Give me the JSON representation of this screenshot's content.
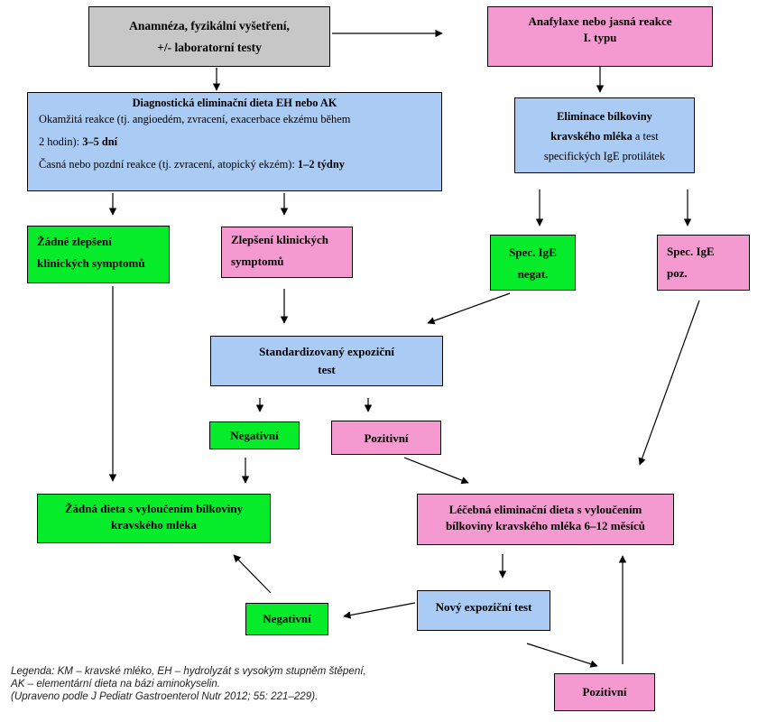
{
  "boxes": {
    "anamneza": {
      "line1": "Anamnéza, fyzikální vyšetření,",
      "line2": "+/- laboratorní testy"
    },
    "anafylaxe": {
      "line1": "Anafylaxe nebo jasná reakce",
      "line2": "I. typu"
    },
    "diagnosticka": {
      "title": "Diagnostická eliminační dieta EH nebo AK",
      "l1": "Okamžitá reakce (tj. angioedém, zvracení, exacerbace ekzému během",
      "l2a": "2 hodin): ",
      "l2b": "3–5 dní",
      "l3a": "Časná nebo pozdní reakce (tj. zvracení, atopický ekzém): ",
      "l3b": "1–2 týdny"
    },
    "eliminace": {
      "line1": "Eliminace bílkoviny",
      "line2a": "kravského mléka",
      "line2b": " a test",
      "line3": "specifických IgE protilátek"
    },
    "zadne_zlepseni": {
      "line1": "Žádné zlepšení",
      "line2": "klinických symptomů"
    },
    "zlepseni": {
      "line1": "Zlepšení klinických",
      "line2": "symptomů"
    },
    "ige_negat": {
      "line1": "Spec. IgE",
      "line2": "negat."
    },
    "ige_poz": {
      "line1": "Spec. IgE",
      "line2": "poz."
    },
    "standardizovany": {
      "line1": "Standardizovaný expoziční",
      "line2": "test"
    },
    "negativni1": {
      "label": "Negativní"
    },
    "pozitivni1": {
      "label": "Pozitivní"
    },
    "zadna_dieta": {
      "line1": "Žádná dieta s vyloučením bílkoviny",
      "line2": "kravského mléka"
    },
    "lecebna": {
      "line1": "Léčebná eliminační dieta s vyloučením",
      "line2": "bílkoviny kravského mléka 6–12 měsíců"
    },
    "novy": {
      "label": "Nový expoziční test"
    },
    "negativni2": {
      "label": "Negativní"
    },
    "pozitivni2": {
      "label": "Pozitivní"
    }
  },
  "legend": {
    "line1": "Legenda: KM – kravské mléko, EH – hydrolyzát s vysokým stupněm štěpení,",
    "line2": "AK – elementární dieta na bázi aminokyselin.",
    "line3": "(Upraveno podle J Pediatr Gastroenterol Nutr 2012; 55: 221–229)."
  },
  "colors": {
    "gray": "#c7c7c7",
    "pink": "#f49ad0",
    "blue": "#a9cbf4",
    "green": "#07ec2a"
  }
}
